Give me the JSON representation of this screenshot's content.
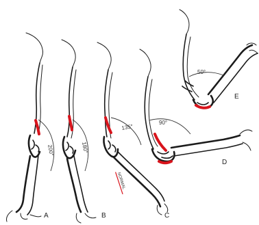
{
  "figure": {
    "panels": [
      {
        "label": "A",
        "angle": "200°"
      },
      {
        "label": "B",
        "angle": "180°"
      },
      {
        "label": "C",
        "angle": "135°"
      },
      {
        "label": "D",
        "angle": "90°"
      },
      {
        "label": "E",
        "angle": "50°"
      }
    ],
    "stamp": "NORMAL",
    "colors": {
      "ink": "#1b1b1b",
      "highlight": "#d8141c"
    }
  }
}
